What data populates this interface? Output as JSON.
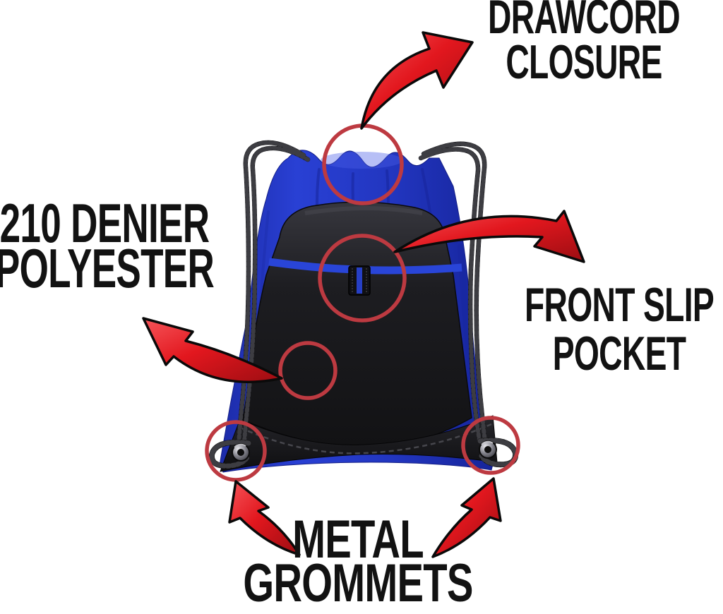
{
  "image_type": "product-feature-infographic",
  "product": "drawstring cinch backpack",
  "background": "#ffffff",
  "colors": {
    "bag_blue": "#2438c6",
    "bag_blue_shadow": "#16249a",
    "bag_black": "#1a1a1e",
    "trim_blue": "#2945d8",
    "arrow_red": "#e2171e",
    "circle_red": "#bd3a41",
    "text_black": "#121212",
    "grommet_metal": "#8a8a92"
  },
  "callouts": {
    "drawcord": {
      "line1": "DRAWCORD",
      "line2": "CLOSURE"
    },
    "polyester": {
      "line1": "210 DENIER",
      "line2": "POLYESTER"
    },
    "pocket": {
      "line1": "FRONT SLIP",
      "line2": "POCKET"
    },
    "grommets": {
      "line1": "METAL",
      "line2": "GROMMETS"
    }
  },
  "highlighted_features": [
    "drawcord closure at top gather",
    "front slip pocket tab",
    "210 denier polyester fabric panel",
    "left metal grommet",
    "right metal grommet"
  ]
}
